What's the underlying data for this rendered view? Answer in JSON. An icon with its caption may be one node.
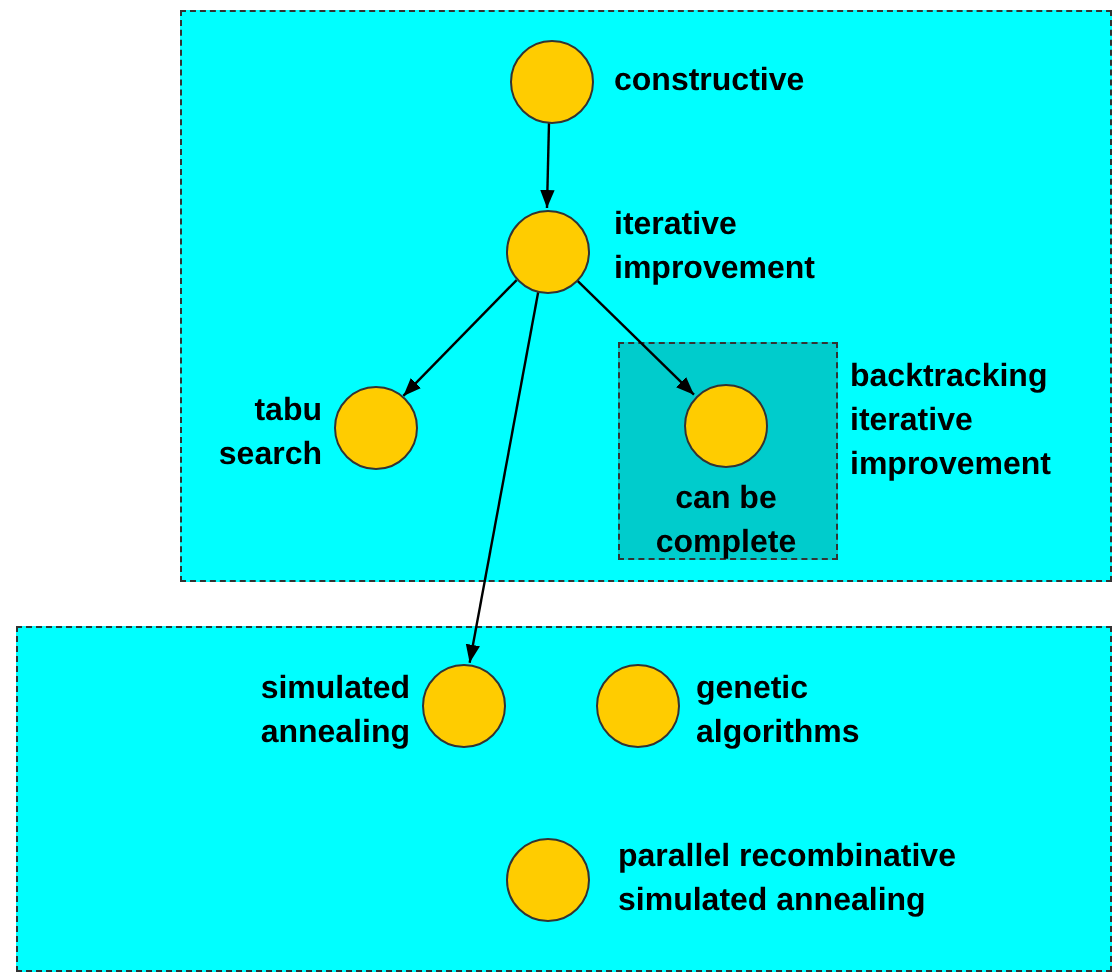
{
  "diagram": {
    "nodes": [
      {
        "text": [],
        "shape": "box"
      },
      {
        "text": [
          "constructive"
        ],
        "in": 0
      },
      {
        "text": [
          "iterative improvement"
        ],
        "in": 0
      },
      {
        "text": [
          "tabu search"
        ],
        "in": 0
      },
      {
        "text": [
          "backtracking iterative improvement"
        ],
        "in": 0
      },
      {
        "text": [
          "can be complete"
        ],
        "in": 4
      },
      {
        "text": [],
        "shape": "box"
      },
      {
        "text": [
          "simulated annealing"
        ],
        "in": 6
      },
      {
        "text": [
          "genetic algorithms"
        ],
        "in": 6
      },
      {
        "text": [
          "parallel recombinative simulated annealing"
        ],
        "in": 6
      }
    ],
    "edges": [
      {
        "from": 1,
        "to": 2,
        "arrow": "to"
      },
      {
        "from": 2,
        "to": 3,
        "arrow": "to"
      },
      {
        "from": 2,
        "to": 5,
        "arrow": "to"
      },
      {
        "from": 2,
        "to": 7,
        "arrow": "to"
      }
    ]
  }
}
